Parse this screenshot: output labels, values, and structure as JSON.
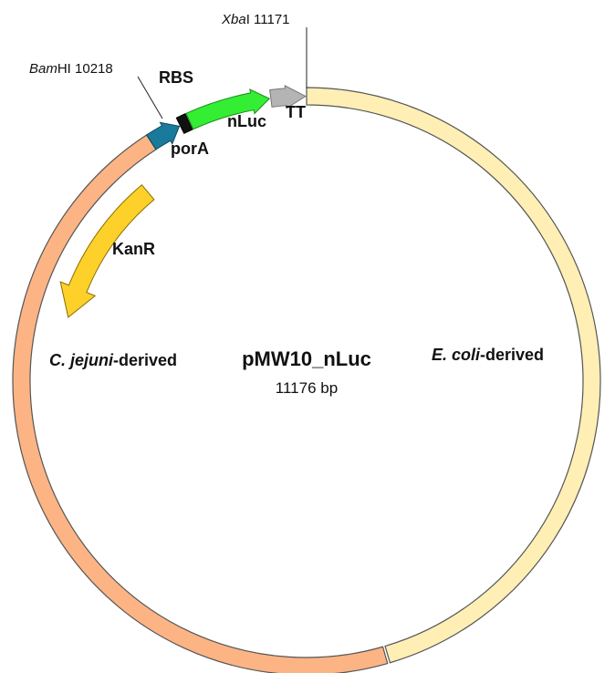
{
  "plasmid": {
    "name": "pMW10_nLuc",
    "size": "11176 bp"
  },
  "regions": {
    "left": {
      "italic": "C. jejuni",
      "rest": "-derived"
    },
    "right": {
      "italic": "E. coli",
      "rest": "-derived"
    }
  },
  "sites": {
    "bamhi": {
      "italic": "Bam",
      "rest": "HI 10218"
    },
    "xbai": {
      "italic": "Xba",
      "rest": "I 11171"
    }
  },
  "features": {
    "rbs": "RBS",
    "porA": "porA",
    "nLuc": "nLuc",
    "tt": "TT",
    "kanR": "KanR"
  },
  "colors": {
    "cjejuni": "#FDB485",
    "ecoli": "#FFEFB5",
    "porA": "#1A7A9C",
    "rbs": "#111111",
    "nLuc": "#33EE33",
    "tt": "#B4B4B4",
    "kanR": "#FDD02A"
  }
}
